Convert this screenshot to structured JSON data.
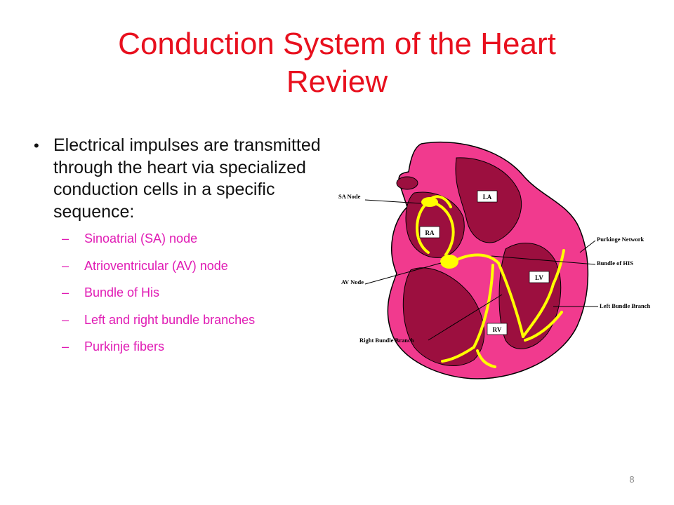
{
  "title": {
    "line1": "Conduction System of the Heart",
    "line2": "Review"
  },
  "main_bullet": "Electrical impulses are transmitted through the heart via specialized conduction cells in a specific sequence:",
  "sub_items": [
    "Sinoatrial (SA) node",
    "Atrioventricular (AV) node",
    "Bundle of His",
    "Left and right bundle branches",
    "Purkinje fibers"
  ],
  "diagram": {
    "chambers": {
      "ra": "RA",
      "la": "LA",
      "lv": "LV",
      "rv": "RV"
    },
    "labels": {
      "sa_node": "SA Node",
      "av_node": "AV Node",
      "purkinje_network": "Purkinge Network",
      "bundle_of_his": "Bundle of HIS",
      "left_bundle_branch": "Left Bundle Branch",
      "right_bundle_branch": "Right Bundle Branch"
    }
  },
  "colors": {
    "title": "#e8101e",
    "sub_items": "#e01bb4",
    "heart_wall": "#f13a8e",
    "heart_chamber": "#9c0f3f",
    "conduction": "#ffff00"
  },
  "page_number": "8"
}
